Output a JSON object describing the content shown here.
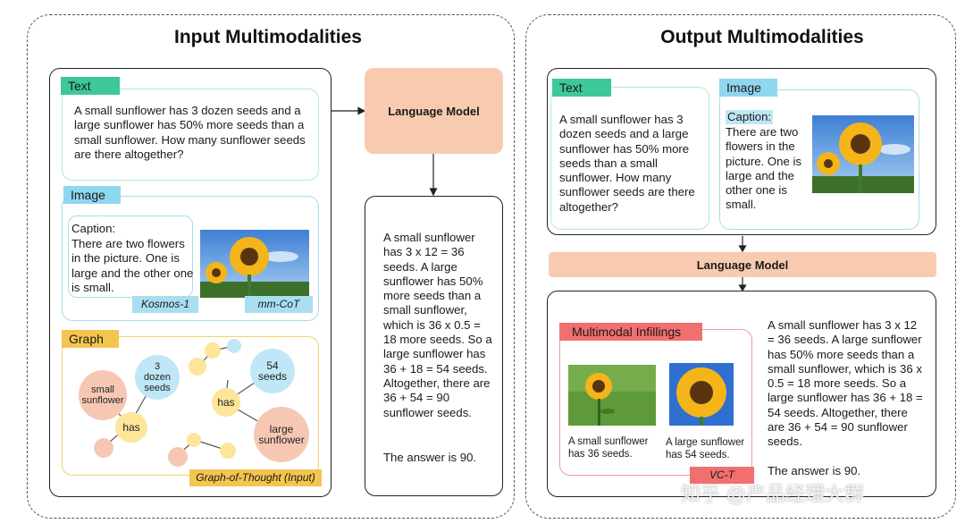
{
  "input_panel": {
    "title": "Input Multimodalities",
    "text_tag": "Text",
    "text_body": "A small sunflower has 3 dozen seeds and a large sunflower has 50% more seeds than a small sunflower.  How many sunflower seeds are there altogether?",
    "image_tag": "Image",
    "caption_label": "Caption:",
    "caption_body": "There are two flowers in the picture. One is large and the other one is small.",
    "badge_kosmos": "Kosmos-1",
    "badge_mmcot": "mm-CoT",
    "graph_tag": "Graph",
    "graph_badge": "Graph-of-Thought (Input)",
    "graph_nodes": {
      "small_sunflower": "small sunflower",
      "three_dozen": "3 dozen seeds",
      "has_left": "has",
      "has_right": "has",
      "fifty_four": "54 seeds",
      "large_sunflower": "large sunflower"
    },
    "lm_label": "Language Model",
    "answer": "A small sunflower has 3 x 12 = 36 seeds. A large sunflower has 50% more seeds than a small sunflower, which is 36 x 0.5 = 18 more seeds. So a large sunflower has 36 + 18 = 54 seeds. Altogether, there are 36 + 54 = 90 sunflower seeds.",
    "answer_final": "The answer is 90."
  },
  "output_panel": {
    "title": "Output Multimodalities",
    "text_tag": "Text",
    "text_body": "A small sunflower has 3 dozen seeds and a large sunflower has 50% more seeds than a small sunflower.  How many sunflower seeds are there altogether?",
    "image_tag": "Image",
    "caption_label": "Caption:",
    "caption_body": "There are two flowers in the picture. One is large and the other one is small.",
    "lm_label": "Language Model",
    "infill_tag": "Multimodal Infillings",
    "small_caption": "A small sunflower has 36 seeds.",
    "large_caption": "A large sunflower has 54 seeds.",
    "badge_vcot": "VC-T",
    "answer": "A small sunflower has 3 x 12 = 36 seeds. A large sunflower has 50% more seeds than a small sunflower, which is 36 x 0.5 = 18 more seeds. So a large sunflower has 36 + 18 = 54 seeds. Altogether, there are 36 + 54 = 90 sunflower seeds.",
    "answer_final": "The answer is 90."
  },
  "watermark": "知乎 @产品经理大群",
  "colors": {
    "text_tag": "#3ec79b",
    "image_tag": "#8fd6ef",
    "graph_tag": "#f4c54f",
    "infill_tag": "#f26f6f",
    "language_model": "#f8cbb0"
  }
}
